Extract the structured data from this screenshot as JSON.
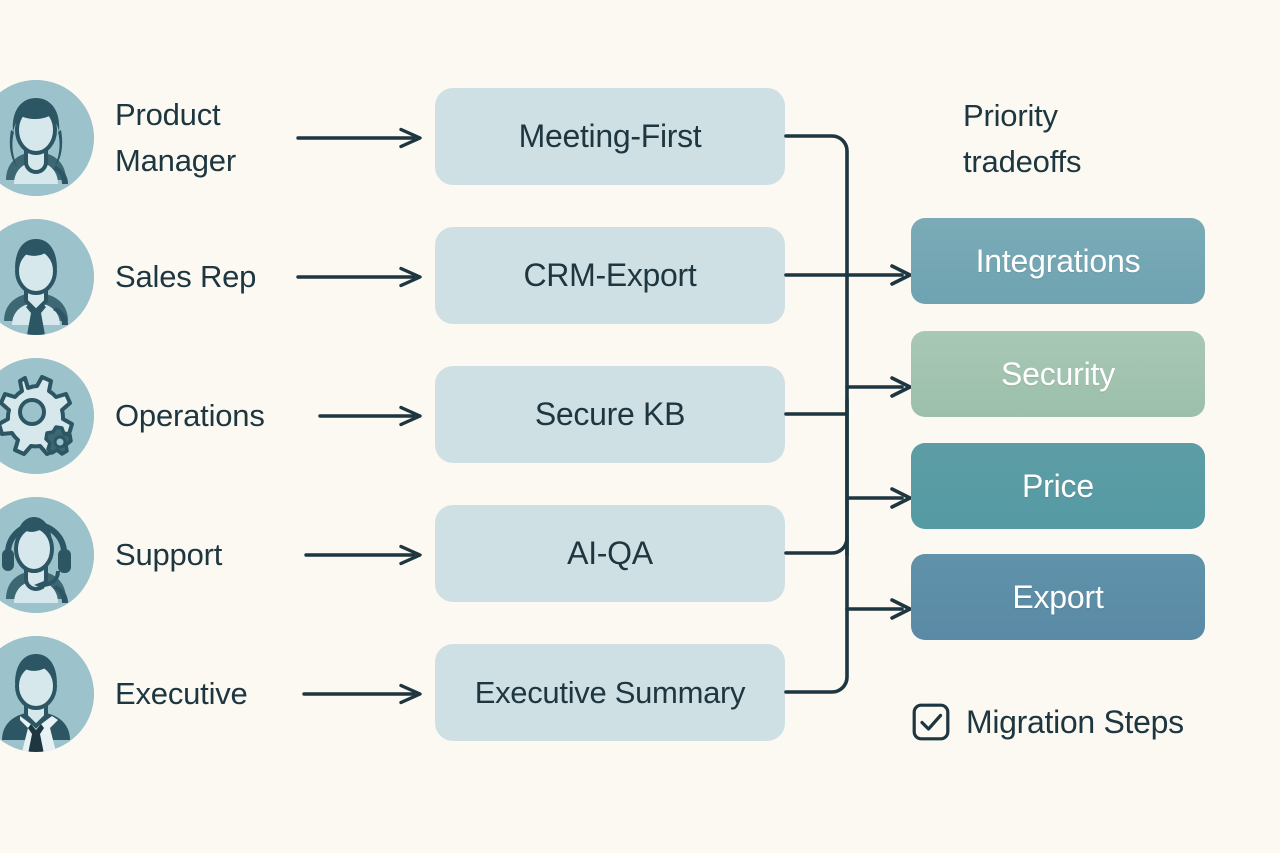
{
  "diagram": {
    "background_color": "#fbf9f1",
    "ink_color": "#1d3640",
    "personas": [
      {
        "label": "Product\nManager",
        "icon": "avatar-woman-icon",
        "arrow": "arrow-right-icon"
      },
      {
        "label": "Sales Rep",
        "icon": "avatar-man-tie-icon",
        "arrow": "arrow-right-icon"
      },
      {
        "label": "Operations",
        "icon": "gear-icon",
        "arrow": "arrow-right-icon"
      },
      {
        "label": "Support",
        "icon": "avatar-headset-icon",
        "arrow": "arrow-right-icon"
      },
      {
        "label": "Executive",
        "icon": "avatar-executive-suit-icon",
        "arrow": "arrow-right-icon"
      }
    ],
    "capabilities": [
      {
        "label": "Meeting-First",
        "fill": "#cfe0e4"
      },
      {
        "label": "CRM-Export",
        "fill": "#cfe0e4"
      },
      {
        "label": "Secure KB",
        "fill": "#cfe0e4"
      },
      {
        "label": "AI-QA",
        "fill": "#cfe0e4"
      },
      {
        "label": "Executive Summary",
        "fill": "#cfe0e4"
      }
    ],
    "priority": {
      "title_line1": "Priority",
      "title_line2": "tradeoffs",
      "tradeoffs": [
        {
          "label": "Integrations",
          "fill": "#76a8b5",
          "fill_bottom": "#6fa3b1"
        },
        {
          "label": "Security",
          "fill": "#a4c5b2",
          "fill_bottom": "#9cc0ac"
        },
        {
          "label": "Price",
          "fill": "#5a9aa3",
          "fill_bottom": "#559aa4"
        },
        {
          "label": "Export",
          "fill": "#5d8fa8",
          "fill_bottom": "#5a8aa5"
        }
      ]
    },
    "migration": {
      "label": "Migration Steps",
      "checkbox_icon": "checkbox-checked-icon",
      "checked": true
    }
  }
}
